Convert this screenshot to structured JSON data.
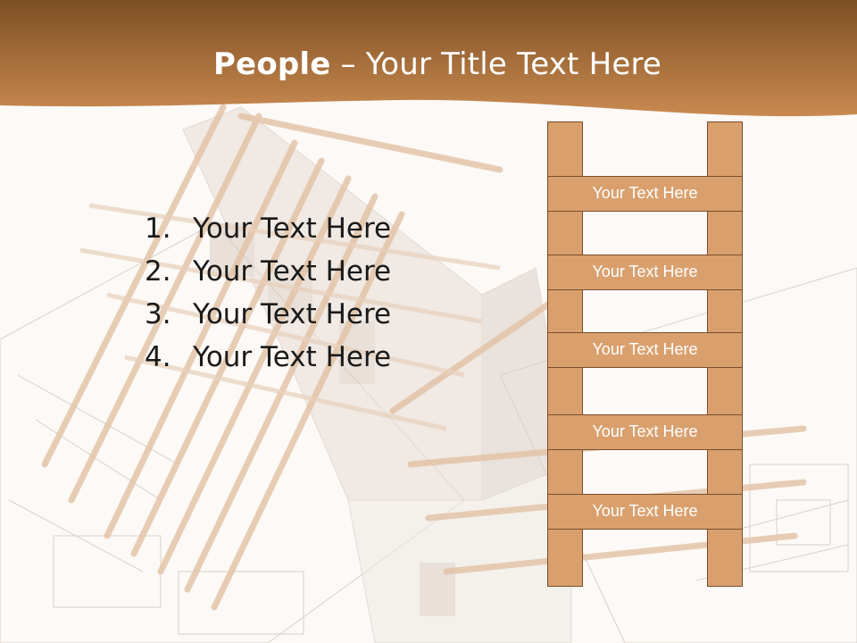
{
  "slide": {
    "title_bold": "People",
    "title_dash": "–",
    "title_rest": "Your Title Text Here",
    "list_items": [
      {
        "number": "1.",
        "text": "Your Text Here"
      },
      {
        "number": "2.",
        "text": "Your Text Here"
      },
      {
        "number": "3.",
        "text": "Your Text Here"
      },
      {
        "number": "4.",
        "text": "Your Text Here"
      }
    ],
    "ladder_rungs": [
      "Your Text Here",
      "Your Text Here",
      "Your Text Here",
      "Your Text Here",
      "Your Text Here"
    ]
  },
  "colors": {
    "header_dark": "#7d4f24",
    "header_light": "#c88a50",
    "ladder_fill": "#d9a06e",
    "ladder_border": "#7a4e2a",
    "background": "#fbf7f3"
  }
}
